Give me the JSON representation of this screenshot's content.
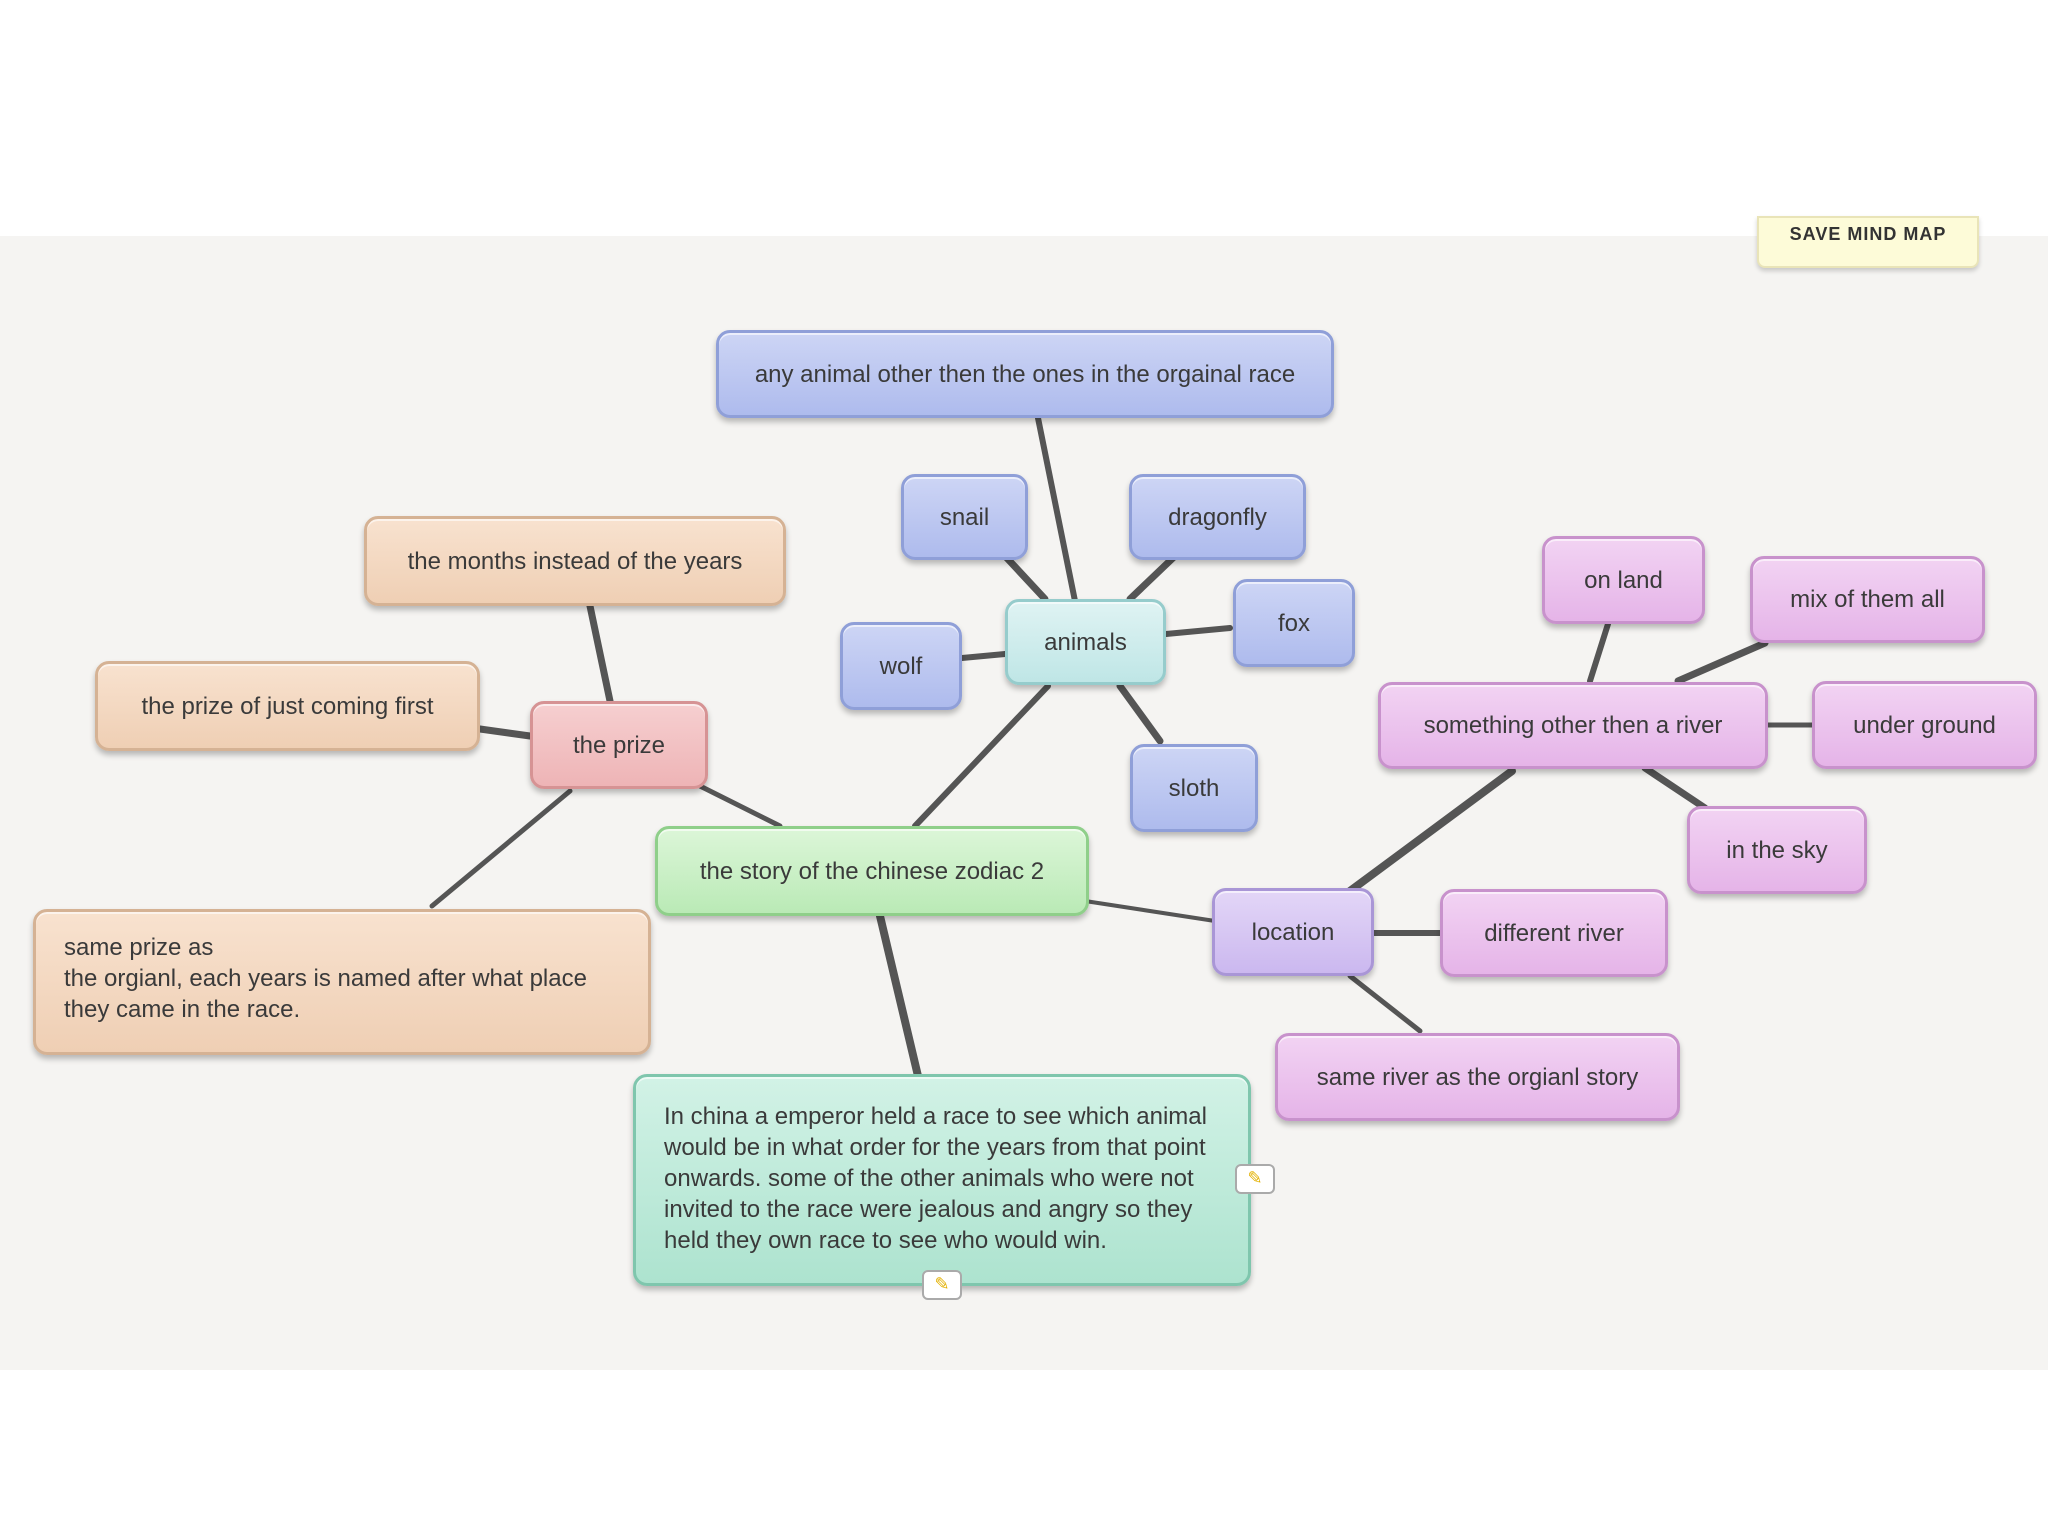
{
  "toolbar": {
    "save_label": "SAVE MIND MAP"
  },
  "nodes": {
    "root": "the story of the chinese zodiac 2",
    "description": "In china a emperor held a race to see which animal would be in what order for the years from that point onwards. some of the other animals who were not invited to the race were jealous and angry so they held they own race to see who would win.",
    "animals": "animals",
    "any_animal": "any animal other then the ones in the orgainal race",
    "snail": "snail",
    "dragonfly": "dragonfly",
    "fox": "fox",
    "wolf": "wolf",
    "sloth": "sloth",
    "prize": "the prize",
    "months": "the months instead of the years",
    "coming_first": "the prize of just coming first",
    "same_prize": "same prize as\nthe orgianl, each years is named after what place they came in the race.",
    "location": "location",
    "different_river": "different river",
    "same_river": "same river as the orgianl story",
    "other_river": "something other then a river",
    "on_land": "on land",
    "mix": "mix of them all",
    "under_ground": "under ground",
    "in_sky": "in the sky"
  },
  "icons": {
    "note": "note-add-icon"
  },
  "colors": {
    "link": "#555555"
  }
}
